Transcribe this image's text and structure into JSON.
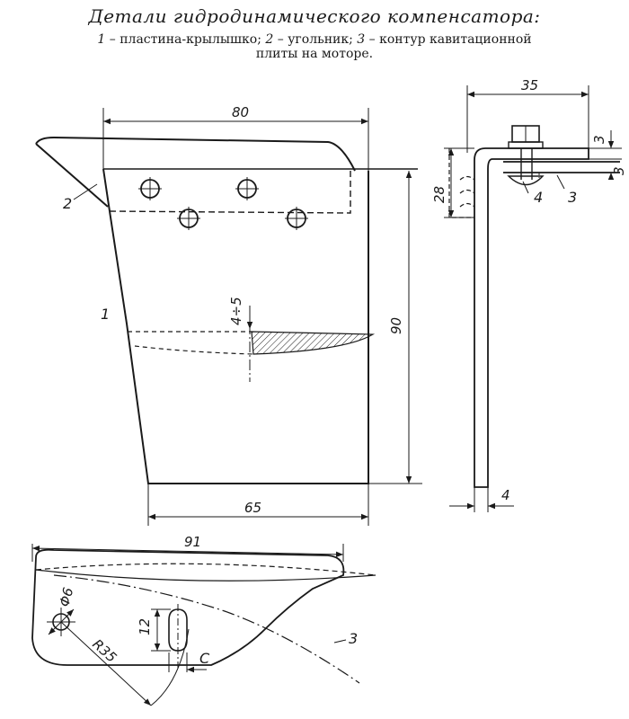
{
  "title": "Детали гидродинамического компенсатора:",
  "caption": {
    "part1_num": "1",
    "part1_text": " – пластина-крылышко;",
    "part2_num": "2",
    "part2_text": " – угольник;",
    "part3_num": "3",
    "part3_text": " – контур кавитационной",
    "line2": "плиты на моторе."
  },
  "front_view": {
    "dim_top": "80",
    "dim_bottom": "65",
    "dim_height": "90",
    "dim_slot": "4÷5",
    "label_part1": "1",
    "label_part2": "2"
  },
  "side_view": {
    "dim_width": "35",
    "dim_height": "28",
    "dim_thickness_top": "3",
    "dim_thickness_mid": "3",
    "dim_plate": "4",
    "label_bolt": "4",
    "label_plate": "3"
  },
  "plan_view": {
    "dim_length": "91",
    "dim_hole": "Φ6",
    "dim_radius": "R35",
    "dim_slot": "12",
    "label_c": "C",
    "label_contour": "3"
  },
  "colors": {
    "ink": "#1a1a1a",
    "paper": "#ffffff"
  }
}
